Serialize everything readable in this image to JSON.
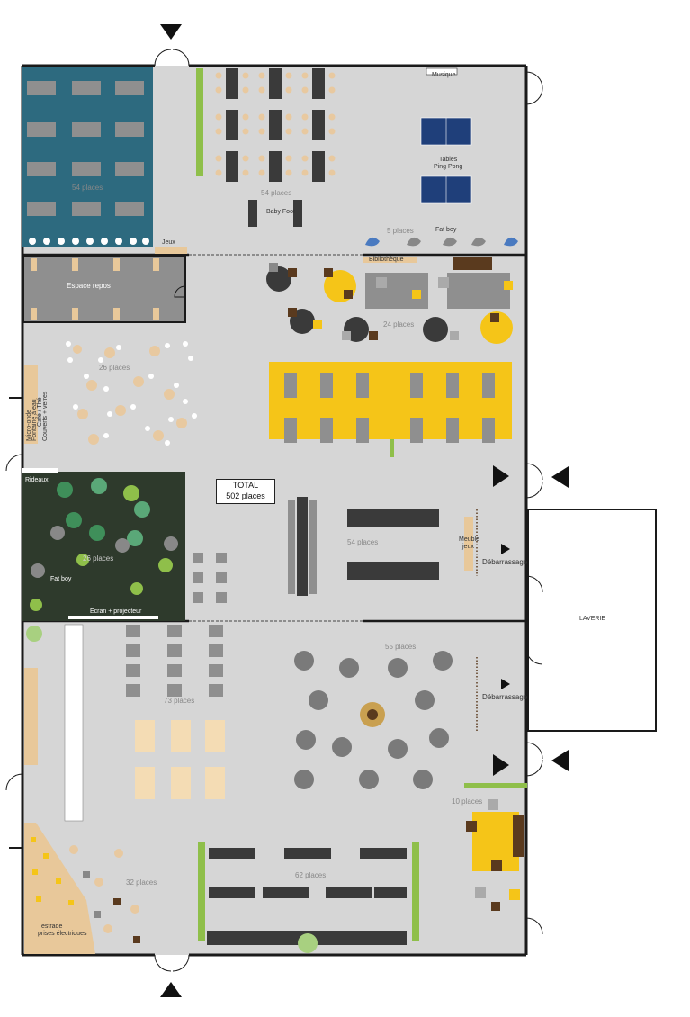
{
  "labels": {
    "musique": "Musique",
    "ping_pong_1": "Tables",
    "ping_pong_2": "Ping Pong",
    "fat_boy": "Fat boy",
    "fat_boy_2": "Fat boy",
    "baby_foot": "Baby Foot",
    "jeux": "Jeux",
    "bibliotheque": "Bibliothèque",
    "espace_repos": "Espace repos",
    "micro_onde": "Micro-onde",
    "fontaine": "Fontaine à eau",
    "cafe": "Café / Thé",
    "couverts": "Couverts + verres",
    "rideaux": "Rideaux",
    "ecran": "Ecran + projecteur",
    "total_1": "TOTAL",
    "total_2": "502 places",
    "meuble_1": "Meuble",
    "meuble_2": "jeux",
    "debarrassage_1": "Débarrassage",
    "debarrassage_2": "Débarrassage",
    "laverie": "LAVERIE",
    "estrade_1": "estrade",
    "estrade_2": "prises électriques"
  },
  "places": {
    "p1": "54 places",
    "p2": "54 places",
    "p3": "5 places",
    "p4": "24 places",
    "p5": "26 places",
    "p6": "26 places",
    "p7": "54 places",
    "p8": "73 places",
    "p9": "55 places",
    "p10": "10 places",
    "p11": "32 places",
    "p12": "62 places"
  },
  "colors": {
    "floor": "#d6d6d6",
    "wall": "#1a1a1a",
    "teal": "#2d6a7f",
    "yellow": "#f5c518",
    "dark_room": "#2e3a2c",
    "table_dark": "#3a3a3a",
    "table_gray": "#8f8f8f",
    "chair": "#e8c9a0",
    "wood": "#e8c89a",
    "blue": "#1f3f7a",
    "green": "#8fbf4a",
    "brown": "#5a3a1e"
  }
}
